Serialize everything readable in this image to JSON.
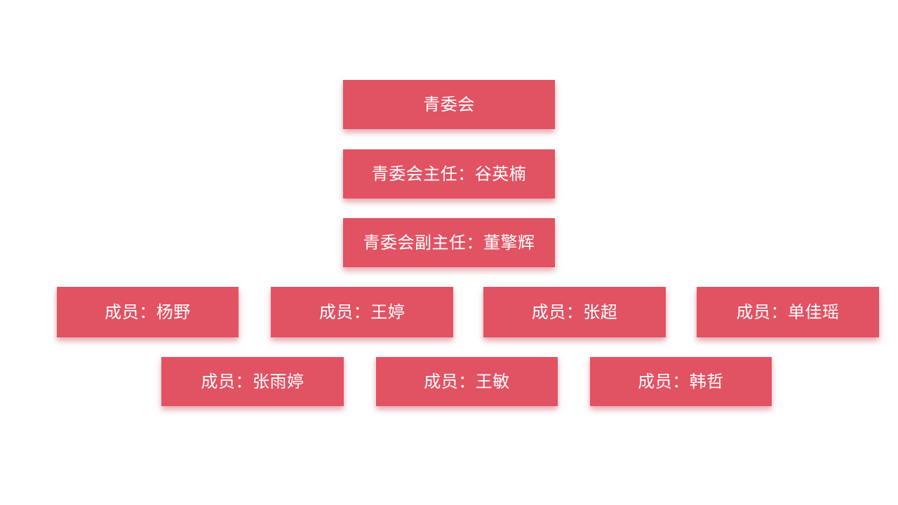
{
  "page": {
    "background_color": "#ffffff"
  },
  "org": {
    "type": "org-chart",
    "accent_color": "#e15263",
    "text_color": "#ffffff",
    "shadow_color": "#cd5f6c",
    "levels": [
      {
        "nodes": [
          {
            "label": "青委会"
          }
        ]
      },
      {
        "nodes": [
          {
            "label": "青委会主任：谷英楠"
          }
        ]
      },
      {
        "nodes": [
          {
            "label": "青委会副主任：董擎辉"
          }
        ]
      },
      {
        "nodes": [
          {
            "label": "成员：杨野"
          },
          {
            "label": "成员：王婷"
          },
          {
            "label": "成员：张超"
          },
          {
            "label": "成员：单佳瑶"
          }
        ]
      },
      {
        "nodes": [
          {
            "label": "成员：张雨婷"
          },
          {
            "label": "成员：王敏"
          },
          {
            "label": "成员：韩哲"
          }
        ]
      }
    ]
  }
}
